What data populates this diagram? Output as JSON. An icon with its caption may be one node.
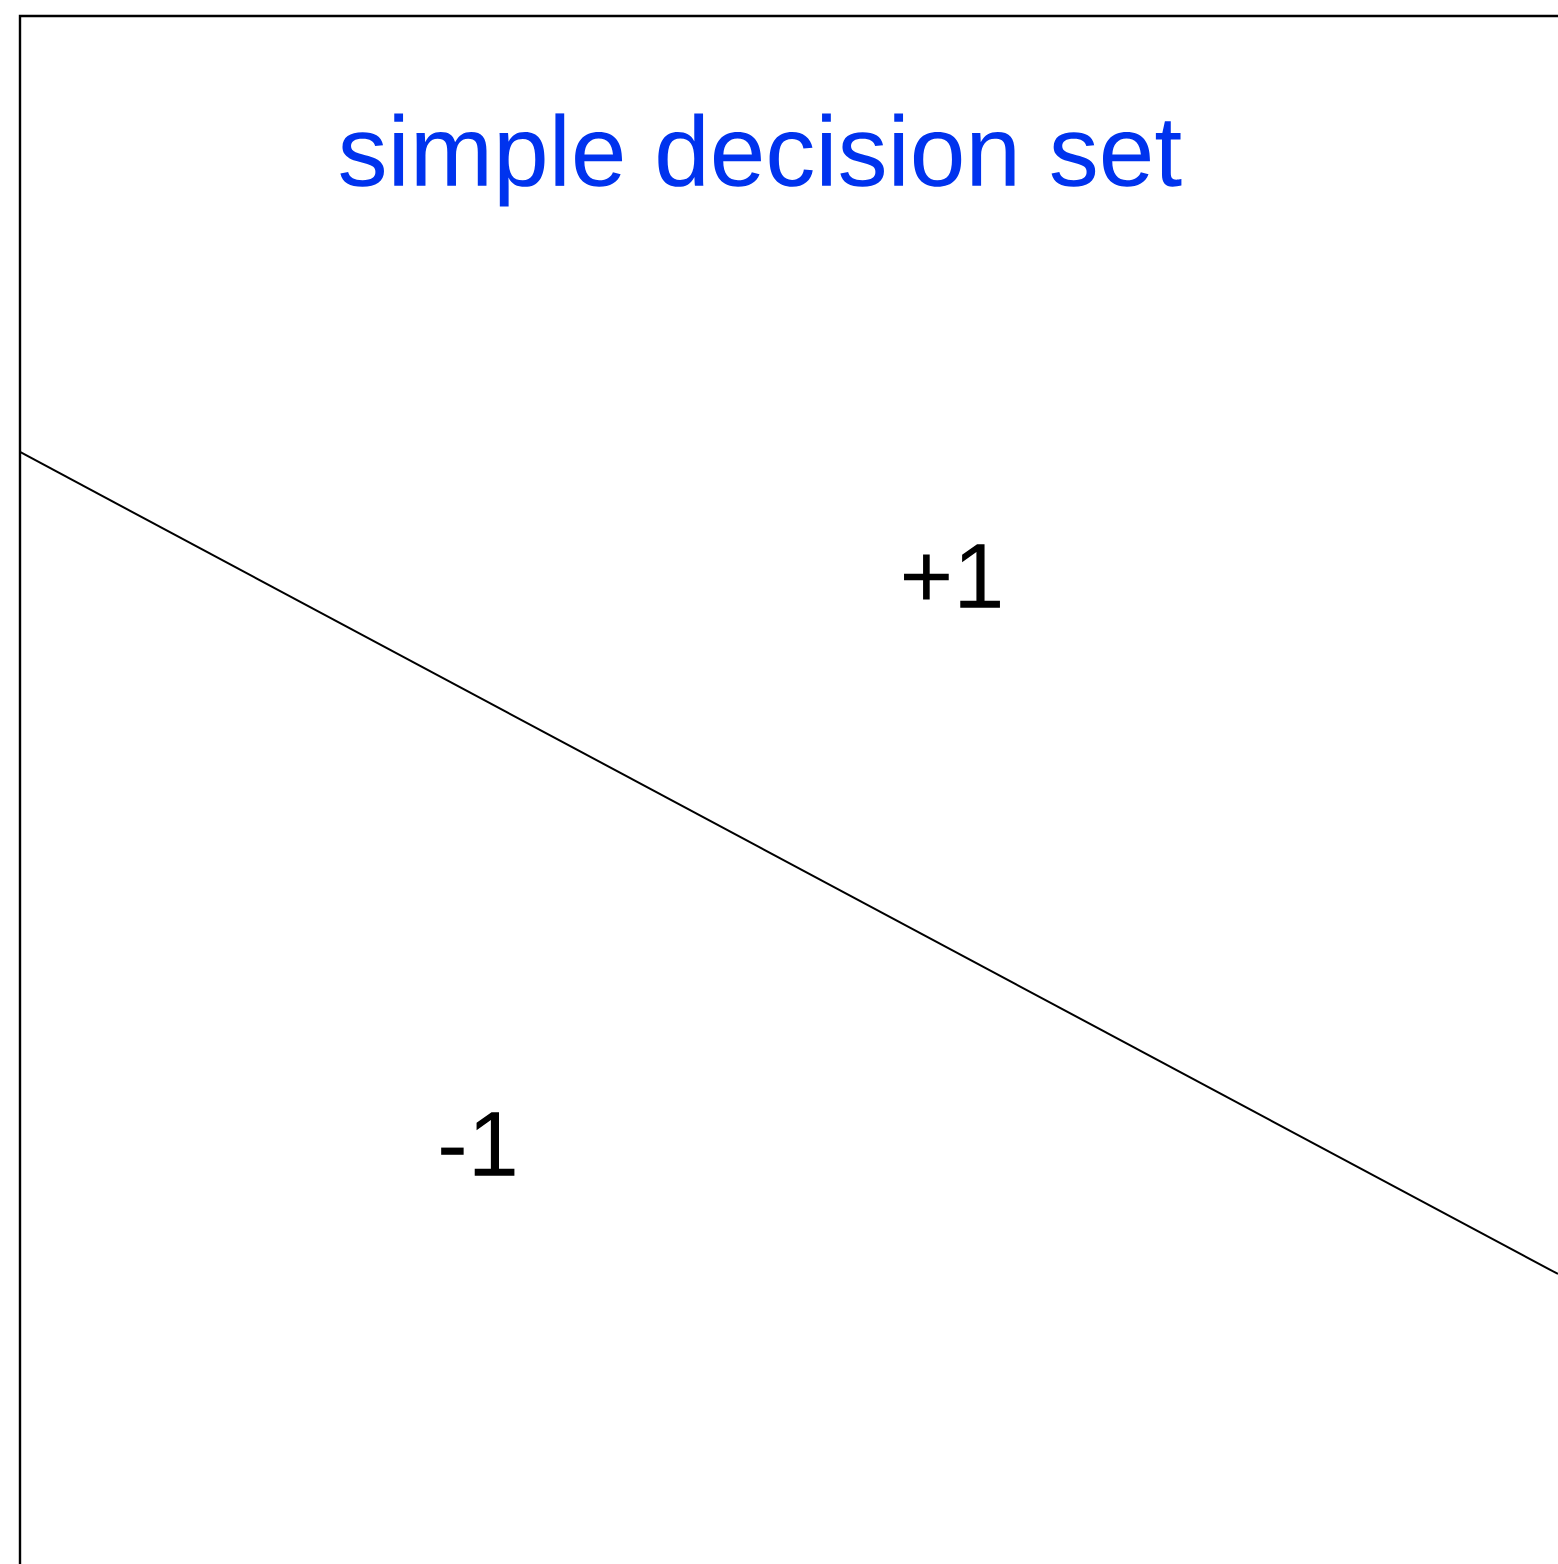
{
  "diagram": {
    "title": "simple decision set",
    "labels": [
      "+1",
      "-1"
    ]
  }
}
